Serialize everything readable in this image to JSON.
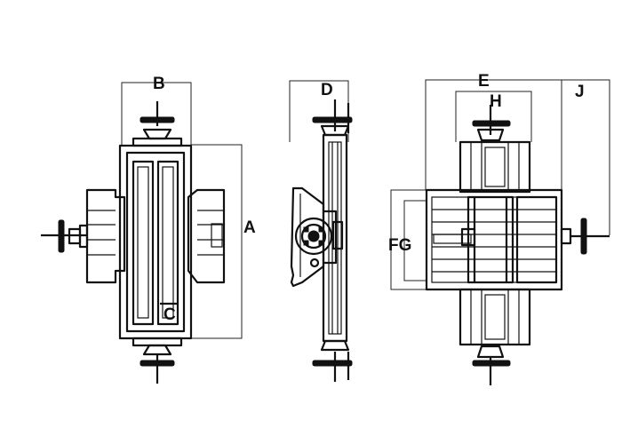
{
  "labels": {
    "a": "A",
    "b": "B",
    "c": "C",
    "d": "D",
    "e": "E",
    "h": "H",
    "j": "J",
    "fg": "FG"
  }
}
